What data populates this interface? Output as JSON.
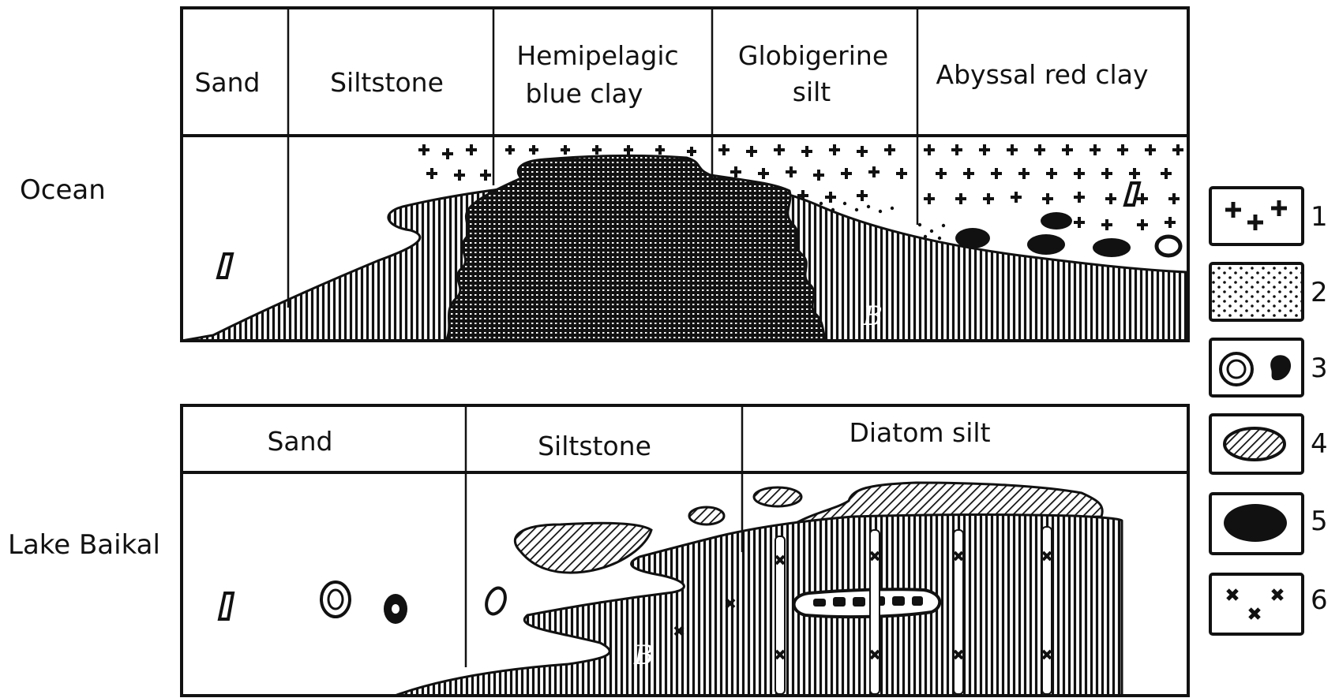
{
  "rows": {
    "ocean": "Ocean",
    "baikal": "Lake Baikal"
  },
  "ocean_columns": [
    {
      "line1": "Sand",
      "line2": ""
    },
    {
      "line1": "Siltstone",
      "line2": ""
    },
    {
      "line1": "Hemipelagic",
      "line2": "blue  clay"
    },
    {
      "line1": "Globigerine",
      "line2": "silt"
    },
    {
      "line1": "Abyssal red  clay",
      "line2": ""
    }
  ],
  "baikal_columns": [
    {
      "line1": "Sand"
    },
    {
      "line1": "Siltstone"
    },
    {
      "line1": "Diatom silt"
    }
  ],
  "legend": [
    {
      "number": "1",
      "symbol": "plus-crosses"
    },
    {
      "number": "2",
      "symbol": "dots"
    },
    {
      "number": "3",
      "symbol": "concentric-nodule-and-blob"
    },
    {
      "number": "4",
      "symbol": "hatched-lens"
    },
    {
      "number": "5",
      "symbol": "solid-lens"
    },
    {
      "number": "6",
      "symbol": "x-crosses"
    }
  ],
  "annotations": {
    "ocean_b": "B",
    "baikal_b": "B"
  },
  "colors": {
    "ink": "#111111",
    "paper": "#ffffff"
  }
}
